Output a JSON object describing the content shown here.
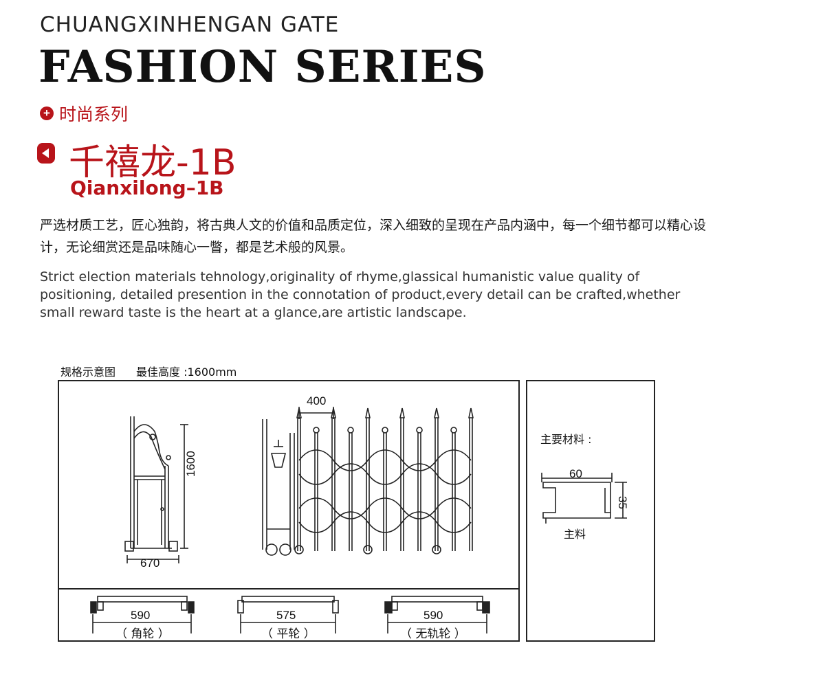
{
  "header": {
    "brand": "CHUANGXINHENGAN GATE",
    "series": "FASHION SERIES",
    "category": "时尚系列"
  },
  "product": {
    "name_cn": "千禧龙-1B",
    "name_en": "Qianxilong–1B"
  },
  "description": {
    "cn": "严选材质工艺，匠心独韵，将古典人文的价值和品质定位，深入细致的呈现在产品内涵中，每一个细节都可以精心设计，无论细赏还是品味随心一瞥，都是艺术般的风景。",
    "en": "Strict election materials tehnology,originality of rhyme,glassical humanistic value quality of positioning, detailed presention in the connotation of product,every detail can be crafted,whether small reward taste is the heart at a glance,are artistic landscape."
  },
  "spec": {
    "caption": "规格示意图",
    "height_label": "最佳高度 :1600mm",
    "side_height": "1600",
    "side_width": "670",
    "pitch": "400"
  },
  "wheels": [
    {
      "width": "590",
      "label": "（ 角轮 ）"
    },
    {
      "width": "575",
      "label": "（ 平轮 ）"
    },
    {
      "width": "590",
      "label": "（ 无轨轮 ）"
    }
  ],
  "material": {
    "title": "主要材料 :",
    "width": "60",
    "height": "35",
    "name": "主料"
  },
  "colors": {
    "accent": "#b8141a",
    "ink": "#222222"
  }
}
